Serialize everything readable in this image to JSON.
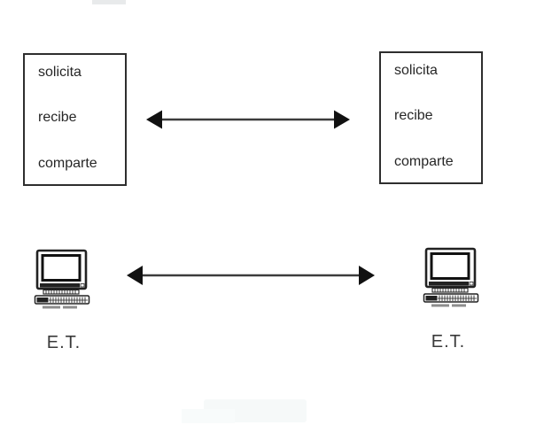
{
  "diagram": {
    "description": "peer-to-peer communication diagram",
    "application_layer": {
      "left_box": {
        "lines": [
          "solicita",
          "recibe",
          "comparte"
        ]
      },
      "right_box": {
        "lines": [
          "solicita",
          "recibe",
          "comparte"
        ]
      }
    },
    "machine_layer": {
      "left_label": "E.T.",
      "right_label": "E.T."
    }
  },
  "icons": {
    "left_computer": "computer-workstation-icon",
    "right_computer": "computer-workstation-icon",
    "top_arrow": "double-headed-arrow",
    "bottom_arrow": "double-headed-arrow"
  },
  "colors": {
    "background": "#ffffff",
    "arrow_line": "#3c3c3c",
    "arrow_head": "#111111",
    "box_border": "#2e2e2e",
    "text": "#262626"
  }
}
